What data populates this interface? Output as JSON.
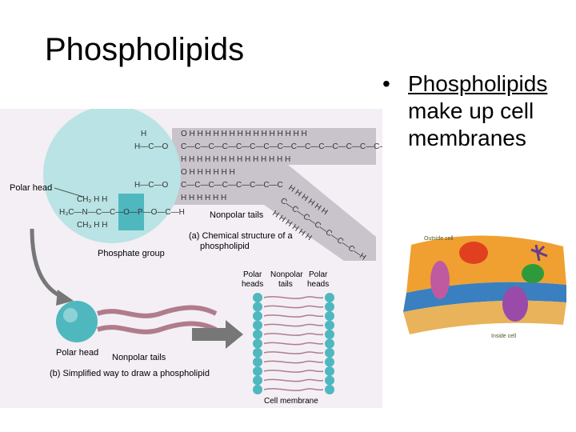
{
  "slide": {
    "title": "Phospholipids",
    "bullet_symbol": "•",
    "bullet_underlined": "Phospholipids",
    "bullet_rest": "make up cell membranes"
  },
  "figure": {
    "polar_head": "Polar head",
    "nonpolar_tails": "Nonpolar tails",
    "phosphate_group": "Phosphate group",
    "caption_a_line1": "(a) Chemical structure of a",
    "caption_a_line2": "phospholipid",
    "caption_b": "(b) Simplified way to draw a phospholipid",
    "polar_heads_left_l1": "Polar",
    "polar_heads_left_l2": "heads",
    "nonpolar_mid_l1": "Nonpolar",
    "nonpolar_mid_l2": "tails",
    "polar_heads_right_l1": "Polar",
    "polar_heads_right_l2": "heads",
    "cell_membrane": "Cell membrane",
    "colors": {
      "head_teal": "#4fb8bf",
      "circle_bg": "#b9e3e4",
      "tail_band": "#c9c3cb",
      "tail_pink": "#b07c8c"
    }
  },
  "membrane_art": {
    "outside": "Outside cell",
    "inside": "Inside cell"
  }
}
